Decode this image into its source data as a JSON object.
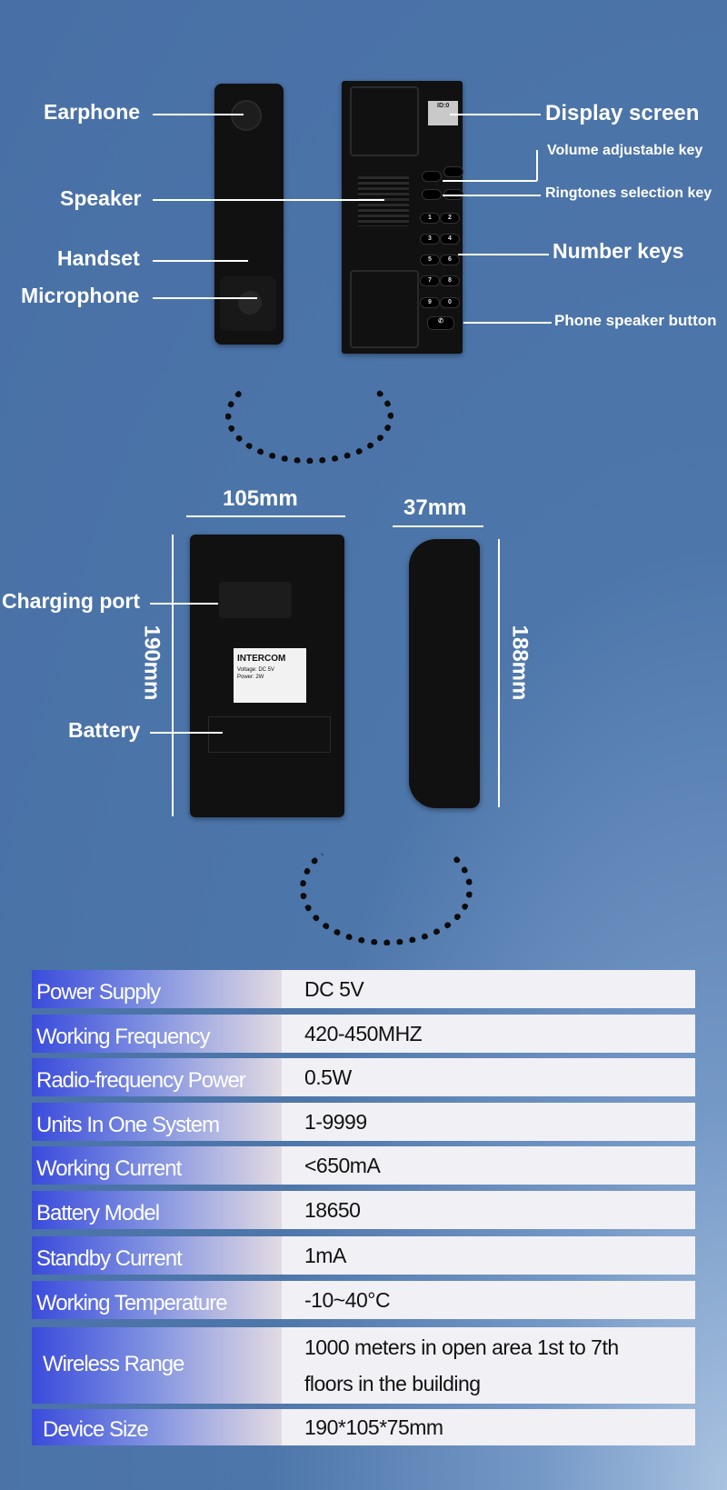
{
  "labels": {
    "earphone": "Earphone",
    "speaker": "Speaker",
    "handset": "Handset",
    "microphone": "Microphone",
    "display_screen": "Display screen",
    "volume_key": "Volume adjustable key",
    "ringtones_key": "Ringtones selection key",
    "number_keys": "Number keys",
    "speaker_button": "Phone speaker button",
    "charging_port": "Charging port",
    "battery": "Battery"
  },
  "dimensions": {
    "width": "105mm",
    "height": "190mm",
    "depth": "37mm",
    "handset_length": "188mm"
  },
  "device": {
    "lcd": "ID:0",
    "keys": [
      "1",
      "2",
      "3",
      "4",
      "5",
      "6",
      "7",
      "8",
      "9",
      "0"
    ],
    "sticker_title": "INTERCOM",
    "sticker_voltage": "Voltage: DC 5V",
    "sticker_power": "Power: 2W"
  },
  "specs": [
    {
      "label": "Power Supply",
      "value": "DC  5V"
    },
    {
      "label": "Working Frequency",
      "value": "420-450MHZ"
    },
    {
      "label": "Radio-frequency Power",
      "value": "0.5W"
    },
    {
      "label": "Units In One System",
      "value": "1-9999"
    },
    {
      "label": "Working Current",
      "value": "<650mA"
    },
    {
      "label": "Battery Model",
      "value": "18650"
    },
    {
      "label": "Standby Current",
      "value": "1mA"
    },
    {
      "label": "Working Temperature",
      "value": "-10~40°C"
    },
    {
      "label": "Wireless Range",
      "value": "1000 meters in open area 1st to 7th floors in the building"
    },
    {
      "label": "Device Size",
      "value": "190*105*75mm"
    }
  ],
  "colors": {
    "background": "#4870a6",
    "label_gradient_start": "#3a4bdc",
    "value_bg": "#f1f0f5"
  }
}
